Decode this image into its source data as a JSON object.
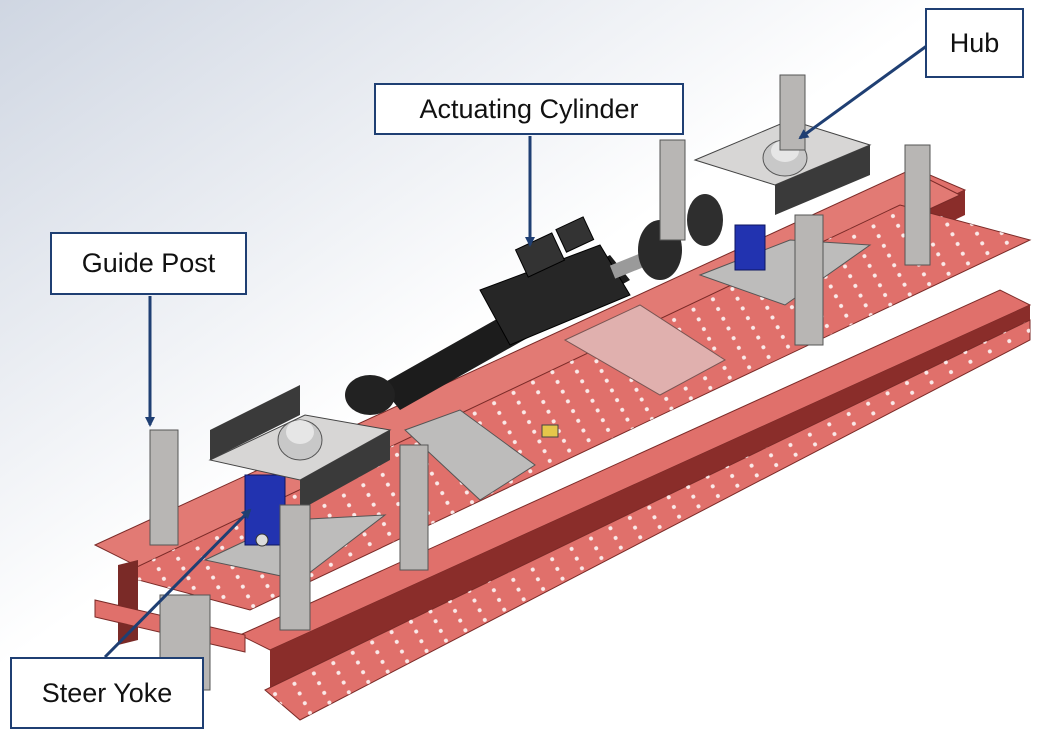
{
  "labels": {
    "hub": "Hub",
    "actuating_cylinder": "Actuating Cylinder",
    "guide_post": "Guide Post",
    "steer_yoke": "Steer Yoke"
  },
  "colors": {
    "frame_red": "#e0706b",
    "frame_dark": "#8a2d2a",
    "plate_gray": "#b8b6b4",
    "bracket_dark": "#3a3a3a",
    "cylinder_black": "#1c1c1c",
    "yoke_blue": "#2233b0",
    "callout_border": "#1f3f73",
    "arrow_color": "#1f3f73"
  }
}
